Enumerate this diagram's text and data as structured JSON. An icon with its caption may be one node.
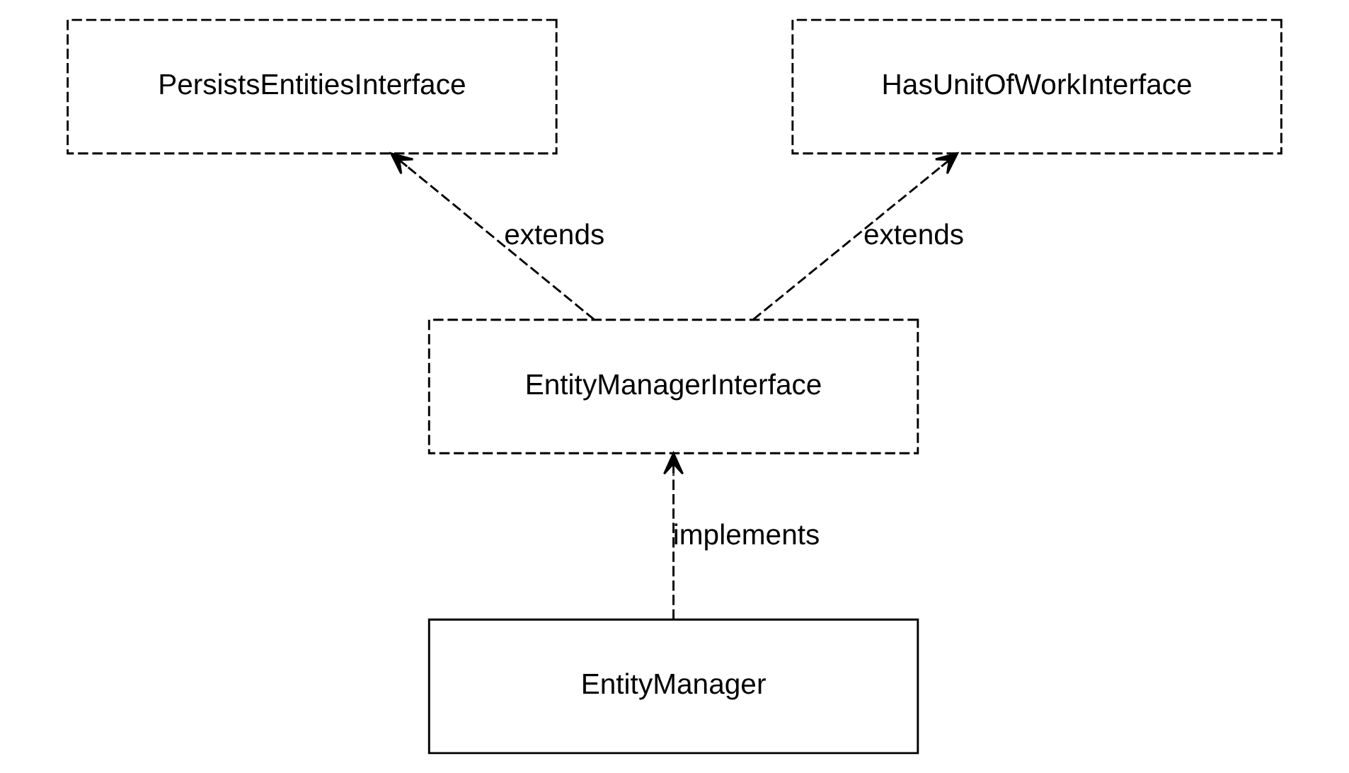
{
  "diagram": {
    "nodes": [
      {
        "text": [
          "PersistsEntitiesInterface"
        ]
      },
      {
        "text": [
          "HasUnitOfWorkInterface"
        ]
      },
      {
        "text": [
          "EntityManagerInterface"
        ]
      },
      {
        "text": [
          "EntityManager"
        ]
      }
    ],
    "edges": [
      {
        "from": 2,
        "to": 0,
        "arrow": "to",
        "label": "extends",
        "style": "dashed"
      },
      {
        "from": 2,
        "to": 1,
        "arrow": "to",
        "label": "extends",
        "style": "dashed"
      },
      {
        "from": 3,
        "to": 2,
        "arrow": "to",
        "label": "implements",
        "style": "dashed"
      }
    ]
  }
}
